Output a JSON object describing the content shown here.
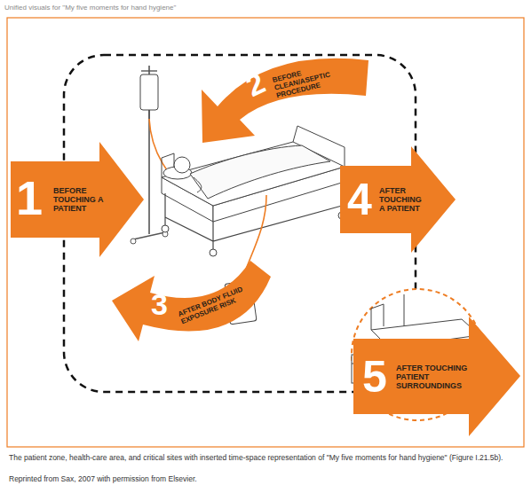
{
  "diagram": {
    "title": "Unified visuals for \"My five moments for hand hygiene\"",
    "caption": "The patient zone, health-care area, and critical sites with inserted time-space representation of \"My five moments for hand hygiene\" (Figure I.21.5b).",
    "nodes": [
      {
        "text": [
          "1",
          "BEFORE TOUCHING A PATIENT"
        ]
      },
      {
        "text": [
          "2",
          "BEFORE CLEAN/ASEPTIC PROCEDURE"
        ]
      },
      {
        "text": [
          "3",
          "AFTER BODY FLUID EXPOSURE RISK"
        ]
      },
      {
        "text": [
          "4",
          "AFTER TOUCHING A PATIENT"
        ]
      },
      {
        "text": [
          "5",
          "AFTER TOUCHING PATIENT SURROUNDINGS"
        ]
      }
    ],
    "labels": [
      "Reprinted from Sax, 2007 with permission from Elsevier."
    ]
  }
}
